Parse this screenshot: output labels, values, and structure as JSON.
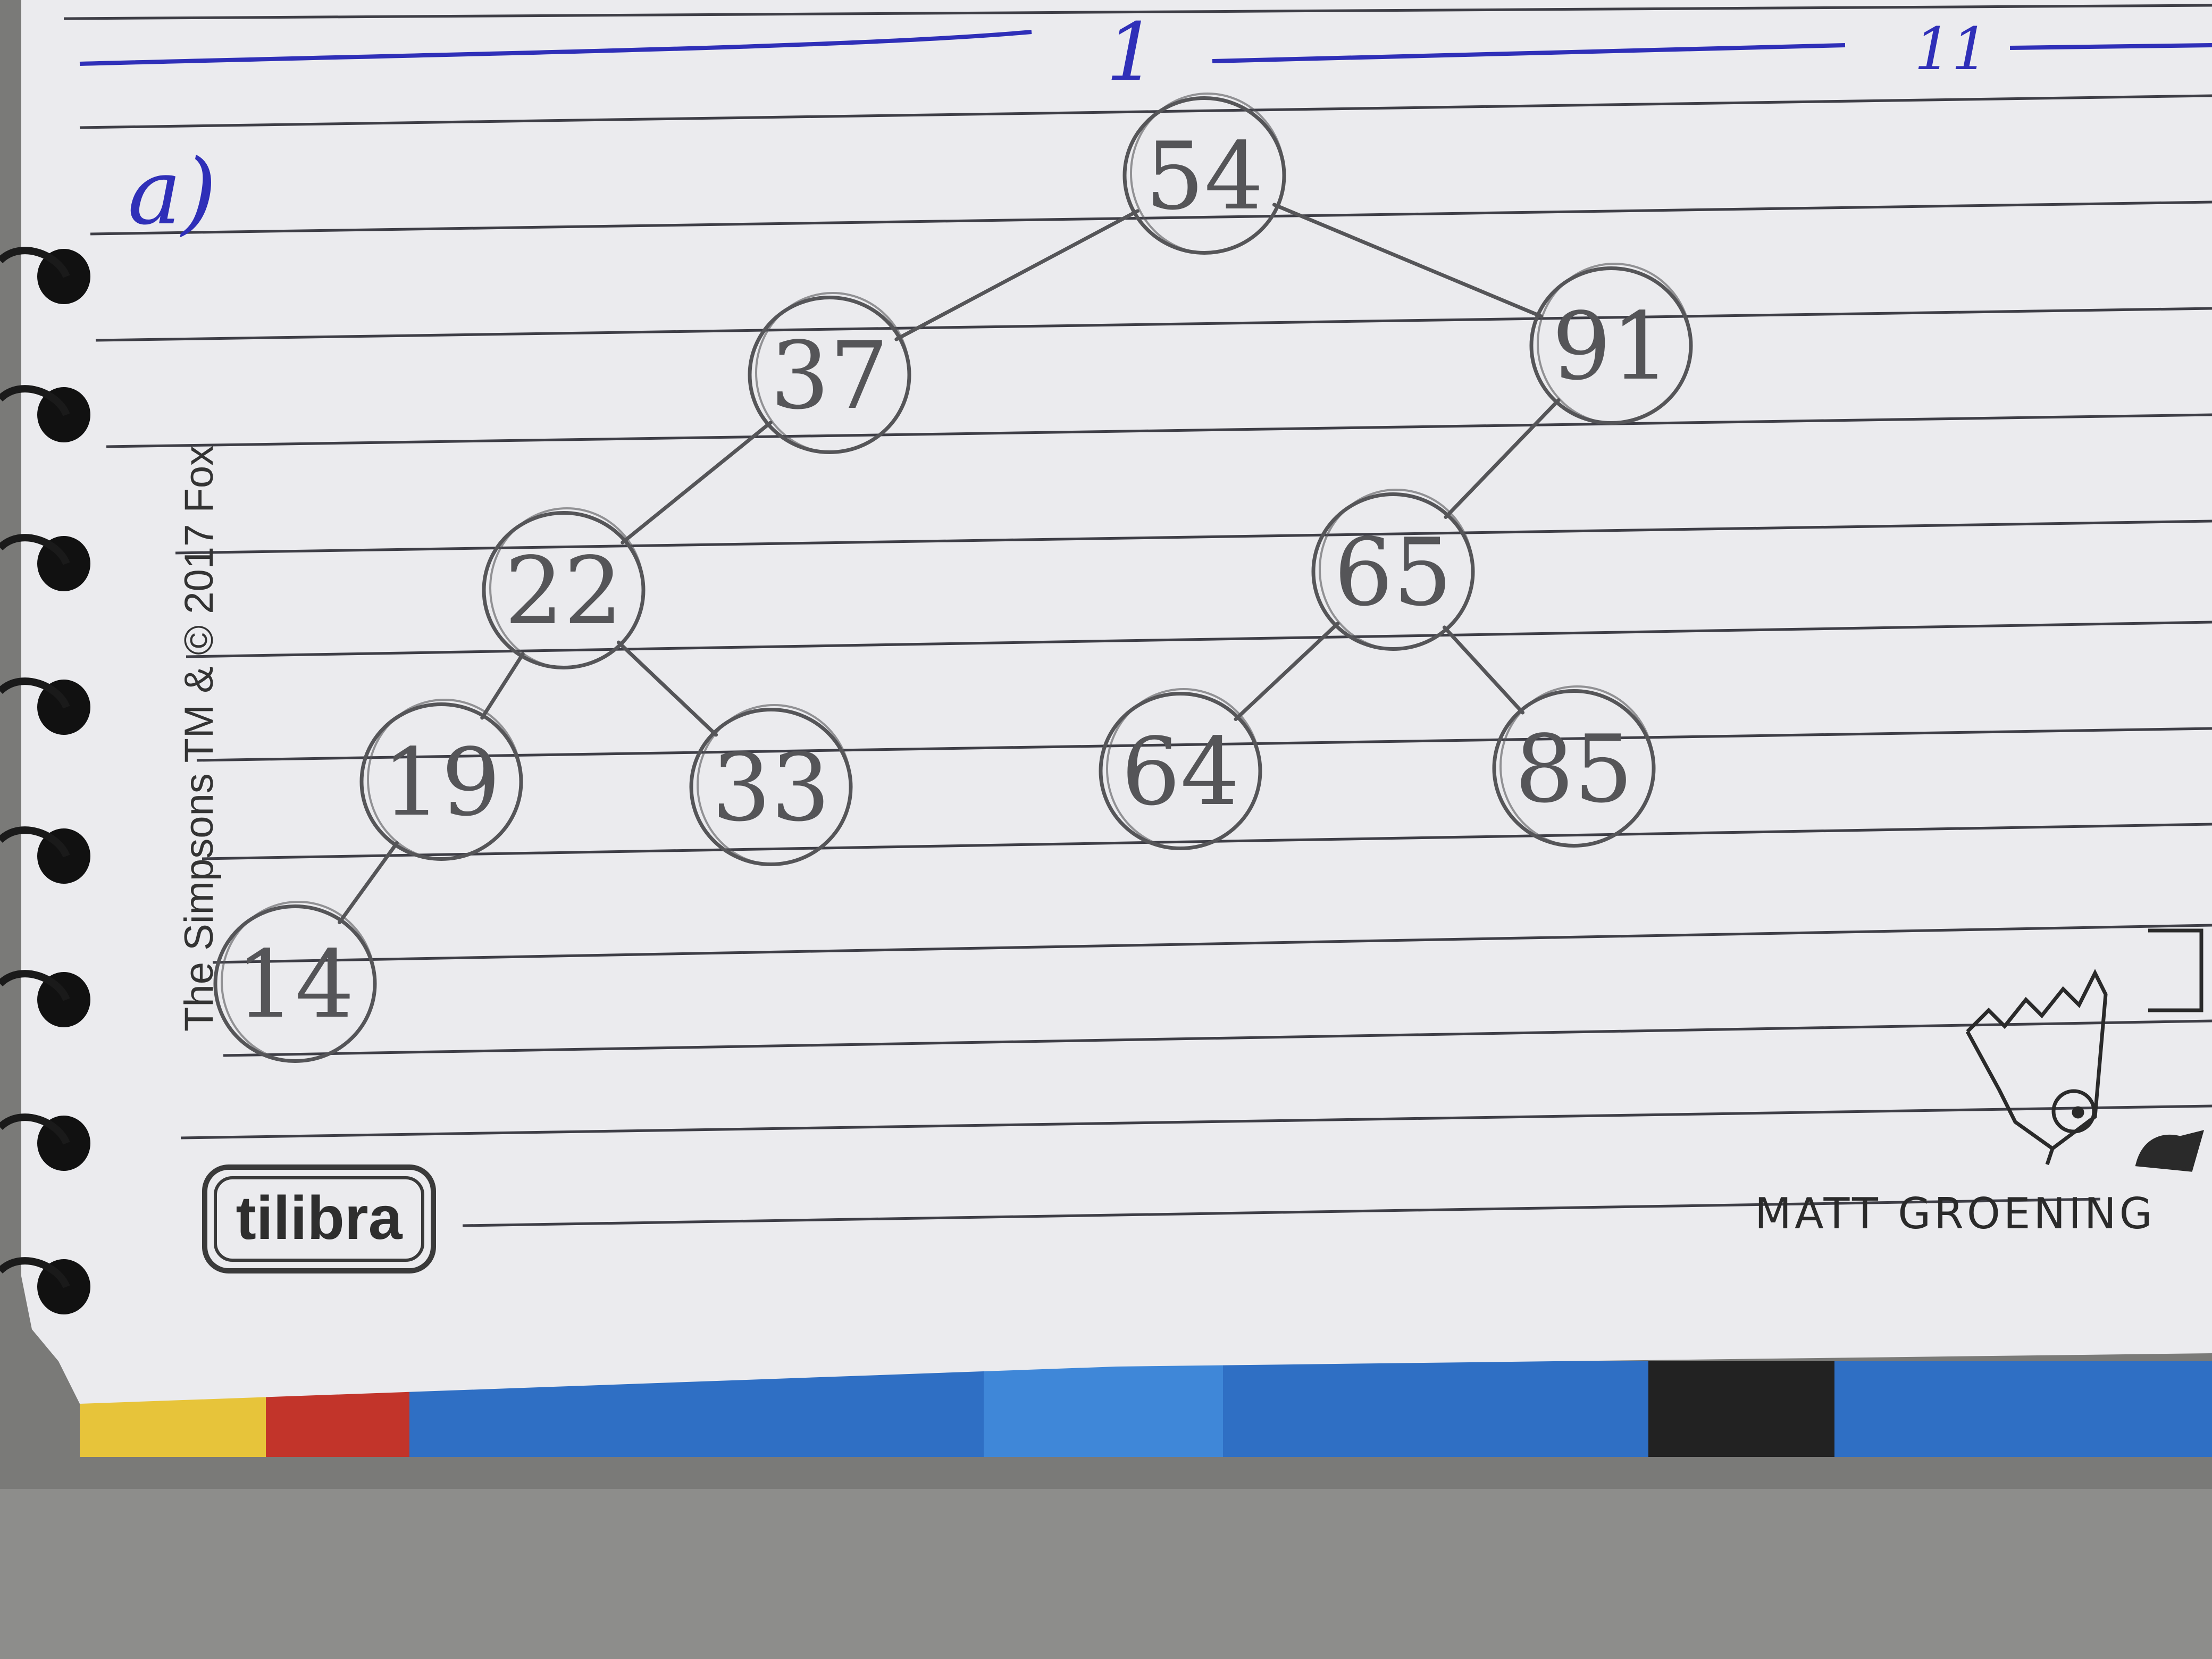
{
  "page": {
    "header_marks": {
      "left": "1",
      "right": "11"
    },
    "part_label": "a)",
    "side_copyright": "The Simpsons TM & © 2017 Fox",
    "brand": "tilibra",
    "signature": "MATT GROENING"
  },
  "colors": {
    "paper": "#e9e9ec",
    "rule": "#3a3a42",
    "pencil": "#555558",
    "blue_ink": "#2f2fb8"
  },
  "tree": {
    "nodes": [
      {
        "id": "n54",
        "label": "54"
      },
      {
        "id": "n37",
        "label": "37"
      },
      {
        "id": "n91",
        "label": "91"
      },
      {
        "id": "n22",
        "label": "22"
      },
      {
        "id": "n65",
        "label": "65"
      },
      {
        "id": "n19",
        "label": "19"
      },
      {
        "id": "n33",
        "label": "33"
      },
      {
        "id": "n64",
        "label": "64"
      },
      {
        "id": "n85",
        "label": "85"
      },
      {
        "id": "n14",
        "label": "14"
      }
    ],
    "edges": [
      {
        "from": "n54",
        "to": "n37"
      },
      {
        "from": "n54",
        "to": "n91"
      },
      {
        "from": "n37",
        "to": "n22"
      },
      {
        "from": "n91",
        "to": "n65"
      },
      {
        "from": "n22",
        "to": "n19"
      },
      {
        "from": "n22",
        "to": "n33"
      },
      {
        "from": "n65",
        "to": "n64"
      },
      {
        "from": "n65",
        "to": "n85"
      },
      {
        "from": "n19",
        "to": "n14"
      }
    ]
  }
}
